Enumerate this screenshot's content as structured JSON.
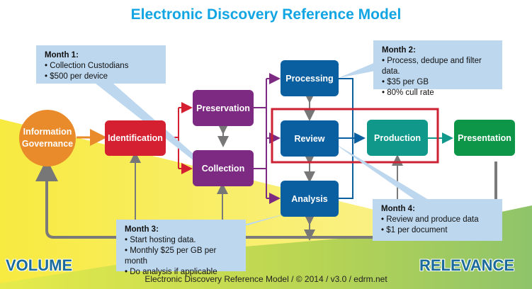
{
  "title": "Electronic Discovery Reference Model",
  "nodes": {
    "information_governance": {
      "line1": "Information",
      "line2": "Governance"
    },
    "identification": "Identification",
    "preservation": "Preservation",
    "collection": "Collection",
    "processing": "Processing",
    "review": "Review",
    "analysis": "Analysis",
    "production": "Production",
    "presentation": "Presentation"
  },
  "callouts": {
    "month1": {
      "head": "Month 1:",
      "items": [
        "• Collection Custodians",
        "• $500 per device"
      ]
    },
    "month2": {
      "head": "Month 2:",
      "items": [
        "• Process, dedupe and filter data.",
        "• $35 per GB",
        "•  80% cull rate"
      ]
    },
    "month3": {
      "head": "Month 3:",
      "items": [
        "• Start hosting data.",
        "• Monthly $25 per GB per month",
        "• Do analysis if applicable"
      ]
    },
    "month4": {
      "head": "Month 4:",
      "items": [
        "• Review and produce data",
        "• $1 per document"
      ]
    }
  },
  "labels": {
    "volume": "VOLUME",
    "relevance": "RELEVANCE"
  },
  "footer": "Electronic Discovery Reference Model / © 2014 / v3.0 / edrm.net",
  "colors": {
    "title": "#12a5e3",
    "governance": "#e98a2b",
    "identification": "#d42030",
    "purple": "#7d2a82",
    "blue": "#0a5fa0",
    "production": "#10998a",
    "presentation": "#0e9648",
    "highlight": "#cc2233",
    "callout": "#bdd7ee"
  }
}
